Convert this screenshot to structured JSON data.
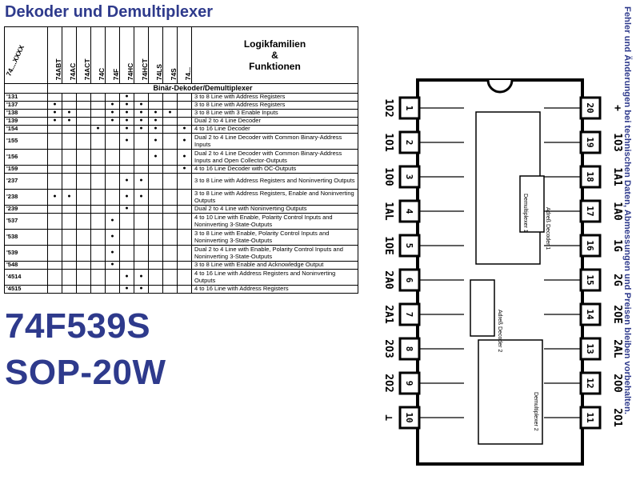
{
  "title": "Dekoder und Demultiplexer",
  "sidenote": "Fehler und Änderungen bei technischen Daten, Abmessungen und Preisen bleiben vorbehalten.",
  "part_number": "74F539S",
  "package": "SOP-20W",
  "table": {
    "part_header": "74....XXXX",
    "families": [
      "74ABT",
      "74AC",
      "74ACT",
      "74C",
      "74F",
      "74HC",
      "74HCT",
      "74LS",
      "74S",
      "74..."
    ],
    "function_header": [
      "Logikfamilien",
      "&",
      "Funktionen"
    ],
    "section": "Binär-Dekoder/Demultiplexer",
    "rows": [
      {
        "part": "'131",
        "marks": [
          "",
          "",
          "",
          "",
          "",
          "●",
          "",
          "",
          "",
          ""
        ],
        "fn": "3 to 8 Line with Address Registers"
      },
      {
        "part": "'137",
        "marks": [
          "●",
          "",
          "",
          "",
          "●",
          "●",
          "●",
          "",
          "",
          ""
        ],
        "fn": "3 to 8 Line with Address Registers"
      },
      {
        "part": "'138",
        "marks": [
          "●",
          "●",
          "",
          "",
          "●",
          "●",
          "●",
          "●",
          "●",
          ""
        ],
        "fn": "3 to 8 Line with 3 Enable Inputs"
      },
      {
        "part": "'139",
        "marks": [
          "●",
          "●",
          "",
          "",
          "●",
          "●",
          "●",
          "●",
          "",
          ""
        ],
        "fn": "Dual 2 to 4 Line Decoder"
      },
      {
        "part": "'154",
        "marks": [
          "",
          "",
          "",
          "●",
          "",
          "●",
          "●",
          "●",
          "",
          "●"
        ],
        "fn": "4 to 16 Line Decoder"
      },
      {
        "part": "'155",
        "marks": [
          "",
          "",
          "",
          "",
          "",
          "●",
          "",
          "●",
          "",
          "●"
        ],
        "fn": "Dual 2 to 4 Line Decoder with Common Binary-Address Inputs"
      },
      {
        "part": "'156",
        "marks": [
          "",
          "",
          "",
          "",
          "",
          "",
          "",
          "●",
          "",
          "●"
        ],
        "fn": "Dual 2 to 4 Line Decoder with Common Binary-Address Inputs and Open Collector-Outputs"
      },
      {
        "part": "'159",
        "marks": [
          "",
          "",
          "",
          "",
          "",
          "",
          "",
          "",
          "",
          "●"
        ],
        "fn": "4 to 16 Line Decoder with OC-Outputs"
      },
      {
        "part": "'237",
        "marks": [
          "",
          "",
          "",
          "",
          "",
          "●",
          "●",
          "",
          "",
          ""
        ],
        "fn": "3 to 8 Line with Address Registers and Noninverting Outputs"
      },
      {
        "part": "'238",
        "marks": [
          "●",
          "●",
          "",
          "",
          "",
          "●",
          "●",
          "",
          "",
          ""
        ],
        "fn": "3 to 8 Line with Address Registers, Enable and Noninverting Outputs"
      },
      {
        "part": "'239",
        "marks": [
          "",
          "",
          "",
          "",
          "",
          "●",
          "",
          "",
          "",
          ""
        ],
        "fn": "Dual 2 to 4 Line with Noninverting Outputs"
      },
      {
        "part": "'537",
        "marks": [
          "",
          "",
          "",
          "",
          "●",
          "",
          "",
          "",
          "",
          ""
        ],
        "fn": "4 to 10 Line with Enable, Polarity Control Inputs and Noninverting 3-State-Outputs"
      },
      {
        "part": "'538",
        "marks": [
          "",
          "",
          "",
          "",
          "●",
          "",
          "",
          "",
          "",
          ""
        ],
        "fn": "3 to 8 Line with Enable, Polarity Control Inputs and Noninverting 3-State-Outputs"
      },
      {
        "part": "'539",
        "marks": [
          "",
          "",
          "",
          "",
          "●",
          "",
          "",
          "",
          "",
          ""
        ],
        "fn": "Dual 2 to 4 Line with Enable, Polarity Control Inputs and Noninverting 3-State-Outputs"
      },
      {
        "part": "'548",
        "marks": [
          "",
          "",
          "",
          "",
          "●",
          "",
          "",
          "",
          "",
          ""
        ],
        "fn": "3 to 8 Line with Enable and Acknowledge Output"
      },
      {
        "part": "'4514",
        "marks": [
          "",
          "",
          "",
          "",
          "",
          "●",
          "●",
          "",
          "",
          ""
        ],
        "fn": "4 to 16 Line with Address Registers and Noninverting Outputs"
      },
      {
        "part": "'4515",
        "marks": [
          "",
          "",
          "",
          "",
          "",
          "●",
          "●",
          "",
          "",
          ""
        ],
        "fn": "4 to 16 Line with Address Registers"
      }
    ]
  },
  "pinout": {
    "left_pins": [
      {
        "num": "1",
        "label": "1O2"
      },
      {
        "num": "2",
        "label": "1O1"
      },
      {
        "num": "3",
        "label": "1O0"
      },
      {
        "num": "4",
        "label": "1AL"
      },
      {
        "num": "5",
        "label": "1OE"
      },
      {
        "num": "6",
        "label": "2A0"
      },
      {
        "num": "7",
        "label": "2A1"
      },
      {
        "num": "8",
        "label": "2O3"
      },
      {
        "num": "9",
        "label": "2O2"
      },
      {
        "num": "10",
        "label": "⊥"
      }
    ],
    "right_pins": [
      {
        "num": "20",
        "label": "+"
      },
      {
        "num": "19",
        "label": "1O3"
      },
      {
        "num": "18",
        "label": "1A1"
      },
      {
        "num": "17",
        "label": "1A0"
      },
      {
        "num": "16",
        "label": "1G"
      },
      {
        "num": "15",
        "label": "2G"
      },
      {
        "num": "14",
        "label": "2OE"
      },
      {
        "num": "13",
        "label": "2AL"
      },
      {
        "num": "12",
        "label": "2O0"
      },
      {
        "num": "11",
        "label": "2O1"
      }
    ],
    "blocks": [
      "Demultiplexer 1",
      "Adreß Decoder 1",
      "Adreß Decoder 2",
      "Demultiplexer 2"
    ]
  }
}
